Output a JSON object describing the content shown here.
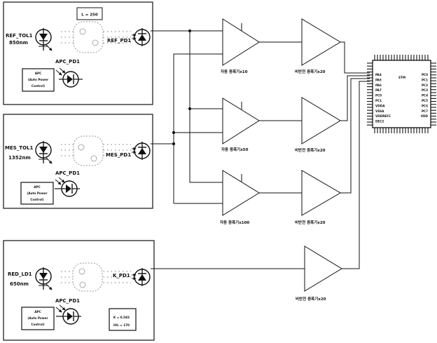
{
  "modules": [
    {
      "source_label": "REF_TOL1",
      "wavelength": "850nm",
      "path_label": "L = 250",
      "detector_label": "REF_PD1",
      "monitor_label": "APC_PD1",
      "apc_lines": [
        "APC",
        "(Auto Power",
        "Control)"
      ]
    },
    {
      "source_label": "MES_TOL1",
      "wavelength": "1352nm",
      "detector_label": "MES_PD1",
      "monitor_label": "APC_PD1",
      "apc_lines": [
        "APC",
        "(Auto Power",
        "Control)"
      ]
    },
    {
      "source_label": "RED_LD1",
      "wavelength": "650nm",
      "detector_label": "K_PD1",
      "monitor_label": "APC_PD1",
      "apc_lines": [
        "APC",
        "(Auto Power",
        "Control)"
      ],
      "param_lines": [
        "K = 0.583",
        "IOL = 170"
      ]
    }
  ],
  "auto_amps": [
    "자동 증폭기x10",
    "자동 증폭기x50",
    "자동 증폭기x100"
  ],
  "inv_amps": [
    "비반전 증폭기x20",
    "비반전 증폭기x20",
    "비반전 증폭기x20",
    "비반전 증폭기x20"
  ],
  "mcu": {
    "left_pins": [
      "PA4",
      "PA5",
      "PA6",
      "PA7",
      "PC0",
      "PC1",
      "VDDA",
      "VSSA",
      "VDDREFC",
      "DEC2"
    ],
    "right_pins": [
      "PC0",
      "PC1",
      "PC2",
      "PC3",
      "PC4",
      "PC5",
      "PC6",
      "PC7",
      "VDD"
    ],
    "center_label": "STM"
  }
}
